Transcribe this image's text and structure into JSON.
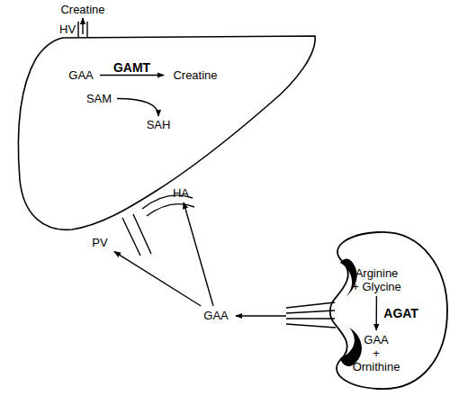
{
  "diagram": {
    "nodes": [
      {
        "text": [
          "Creatine"
        ]
      },
      {
        "text": [
          "GAA"
        ]
      },
      {
        "text": [
          "Creatine"
        ]
      },
      {
        "text": [
          "SAM"
        ]
      },
      {
        "text": [
          "SAH"
        ]
      },
      {
        "text": [
          "Arginine + Glycine"
        ]
      },
      {
        "text": [
          "GAA + Ornithine"
        ]
      },
      {
        "text": [
          "GAA"
        ]
      },
      {
        "text": [
          "PV"
        ]
      },
      {
        "text": [
          "HA"
        ]
      }
    ],
    "edges": [
      {
        "from": 1,
        "to": 2,
        "arrow": "to",
        "label": "GAMT"
      },
      {
        "from": 3,
        "to": 4,
        "arrow": "to"
      },
      {
        "from": 5,
        "to": 6,
        "arrow": "to",
        "label": "AGAT"
      },
      {
        "from": 7,
        "to": 8,
        "arrow": "to"
      },
      {
        "from": 7,
        "to": 9,
        "arrow": "to"
      }
    ],
    "labels": [
      "HV"
    ]
  }
}
